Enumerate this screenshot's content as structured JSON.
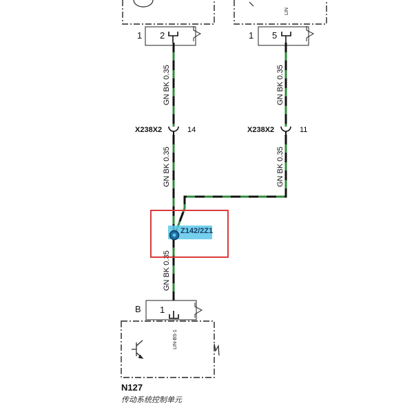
{
  "top_left_component": {
    "pin_left": "1",
    "pin_wire": "2"
  },
  "top_right_component": {
    "pin_left": "1",
    "pin_wire": "5",
    "small_label": "LIN"
  },
  "wires": {
    "left_upper_label": "GN BK 0.35",
    "right_upper_label": "GN BK 0.35",
    "left_middle_label": "GN BK 0.35",
    "right_middle_label": "GN BK 0.35",
    "bottom_label": "GN BK 0.35"
  },
  "connectors": {
    "left": {
      "name": "X238X2",
      "pin": "14"
    },
    "right": {
      "name": "X238X2",
      "pin": "11"
    }
  },
  "splice": {
    "name": "Z142/2Z1",
    "highlight_color": "#5cc8ea",
    "box_color": "#d93a3a"
  },
  "bottom_component": {
    "connector_label": "B",
    "pin": "1",
    "pin_name": "LIN-BS-1",
    "code": "N127",
    "description": "传动系统控制单元"
  },
  "colors": {
    "wire_green": "#2f8a3a",
    "wire_black": "#111111"
  }
}
